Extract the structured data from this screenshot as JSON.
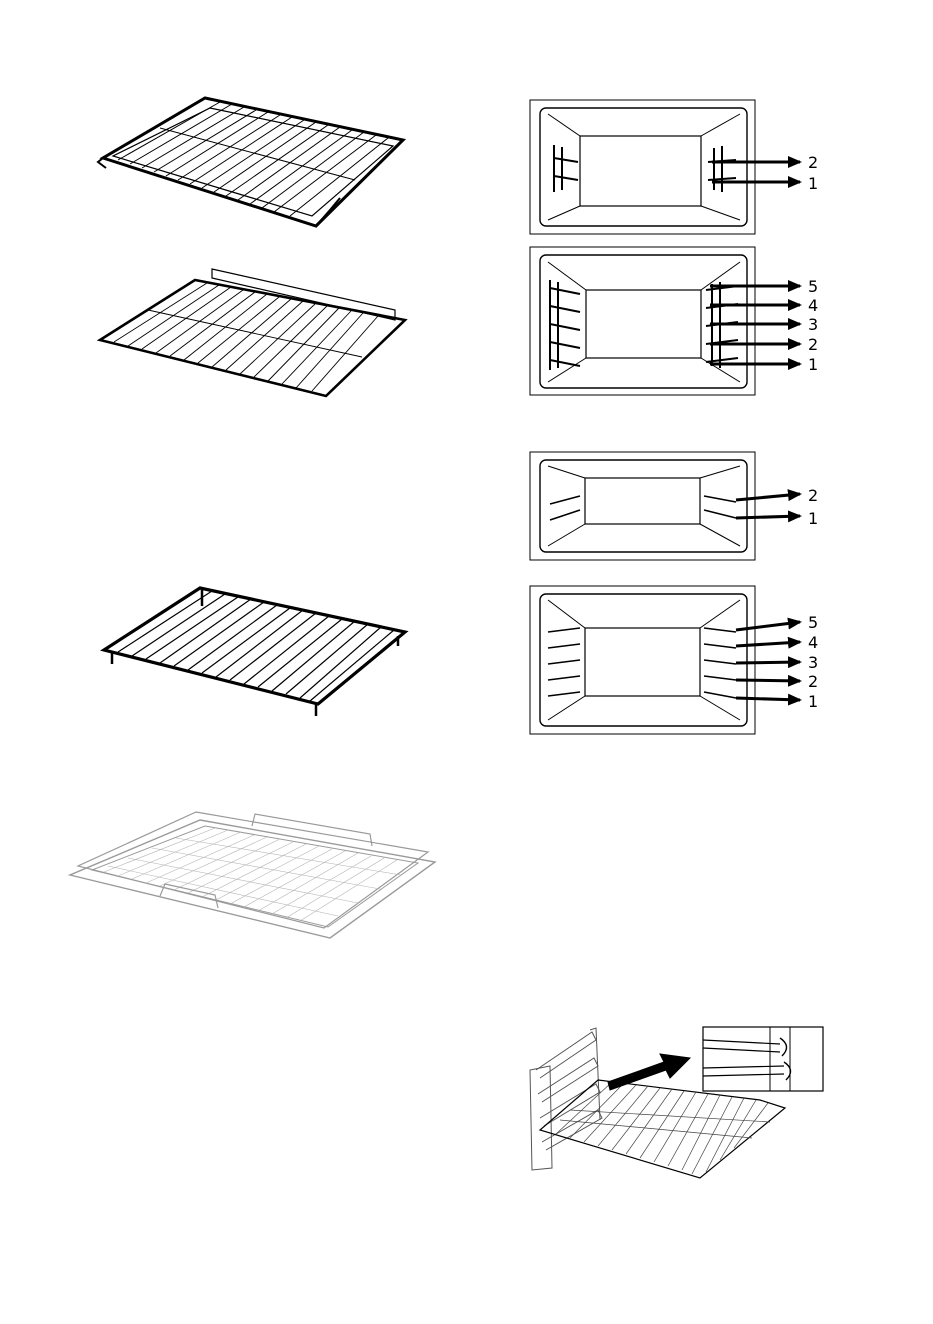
{
  "diagrams": {
    "oven_2_levels_ladder": {
      "levels": [
        "2",
        "1"
      ]
    },
    "oven_5_levels_ladder": {
      "levels": [
        "5",
        "4",
        "3",
        "2",
        "1"
      ]
    },
    "oven_2_levels_wire": {
      "levels": [
        "2",
        "1"
      ]
    },
    "oven_5_levels_wire": {
      "levels": [
        "5",
        "4",
        "3",
        "2",
        "1"
      ]
    }
  },
  "colors": {
    "line": "#000000",
    "light_line": "#9a9a9a",
    "paper": "#ffffff"
  }
}
